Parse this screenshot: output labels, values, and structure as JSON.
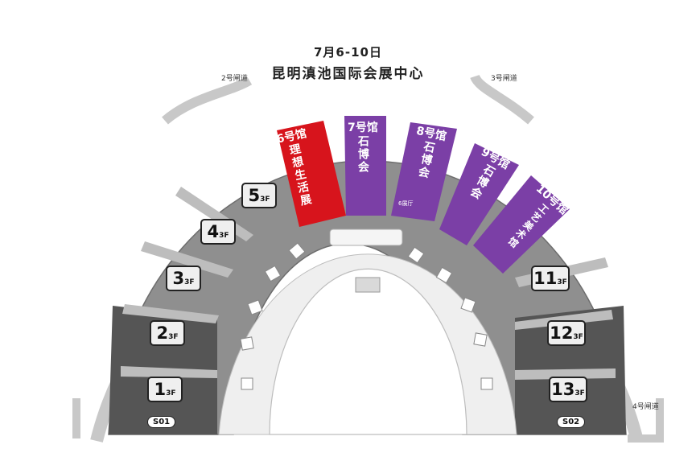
{
  "header": {
    "date": "7月6-10日",
    "venue": "昆明滇池国际会展中心"
  },
  "gates": {
    "g2": "2号闸道",
    "g3": "3号闸道",
    "g4": "4号闸道"
  },
  "halls": [
    {
      "id": "h1",
      "number": "1",
      "floor": "3F"
    },
    {
      "id": "h2",
      "number": "2",
      "floor": "3F"
    },
    {
      "id": "h3",
      "number": "3",
      "floor": "3F"
    },
    {
      "id": "h4",
      "number": "4",
      "floor": "3F"
    },
    {
      "id": "h5",
      "number": "5",
      "floor": "3F"
    },
    {
      "id": "h11",
      "number": "11",
      "floor": "3F"
    },
    {
      "id": "h12",
      "number": "12",
      "floor": "3F"
    },
    {
      "id": "h13",
      "number": "13",
      "floor": "3F"
    }
  ],
  "highlighted_halls": {
    "h6": {
      "name": "6号馆",
      "exhibit": "理想生活展",
      "color": "#d7141c"
    },
    "h7": {
      "name": "7号馆",
      "exhibit": "石博会",
      "color": "#7b3fa6"
    },
    "h8": {
      "name": "8号馆",
      "exhibit": "石博会",
      "color": "#7b3fa6"
    },
    "h9": {
      "name": "9号馆",
      "exhibit": "石博会",
      "color": "#7b3fa6"
    },
    "h10": {
      "name": "10号馆",
      "exhibit": "工艺美术馆",
      "color": "#7b3fa6"
    }
  },
  "small_labels": {
    "hall6_lobby": "6展厅"
  },
  "south_badges": {
    "s01": "S01",
    "s02": "S02"
  },
  "colors": {
    "hall_gray": "#8f8f8f",
    "hall_dark": "#555555",
    "ring_light": "#d9d9d9",
    "red": "#d7141c",
    "purple": "#7b3fa6"
  }
}
